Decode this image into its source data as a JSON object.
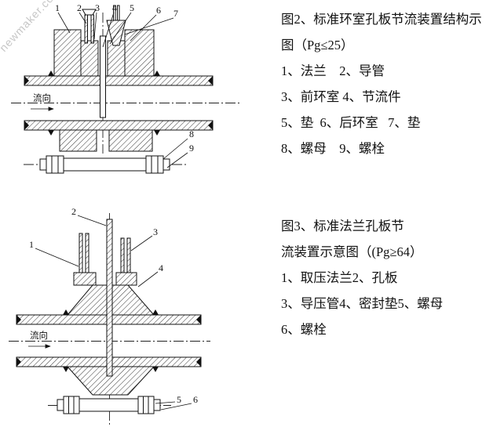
{
  "watermark": "newmaker.com",
  "fig2": {
    "flow_label": "流向",
    "part_labels": [
      "1",
      "2",
      "3",
      "4",
      "5",
      "6",
      "7",
      "8",
      "9"
    ],
    "caption_lines": [
      "图2、标准环室孔板节流装置结构示",
      "图（Pg≤25）",
      "1、法兰    2、导管",
      "3、前环室 4、节流件",
      "5、垫  6、后环室   7、垫",
      "8、螺母    9、螺栓"
    ]
  },
  "fig3": {
    "flow_label": "流向",
    "part_labels": [
      "1",
      "2",
      "3",
      "4",
      "5",
      "6"
    ],
    "caption_lines": [
      "图3、标准法兰孔板节",
      "流装置示意图（(Pg≥64）",
      "1、取压法兰2、孔板",
      "3、导压管4、密封垫5、螺母",
      "6、螺栓"
    ]
  }
}
